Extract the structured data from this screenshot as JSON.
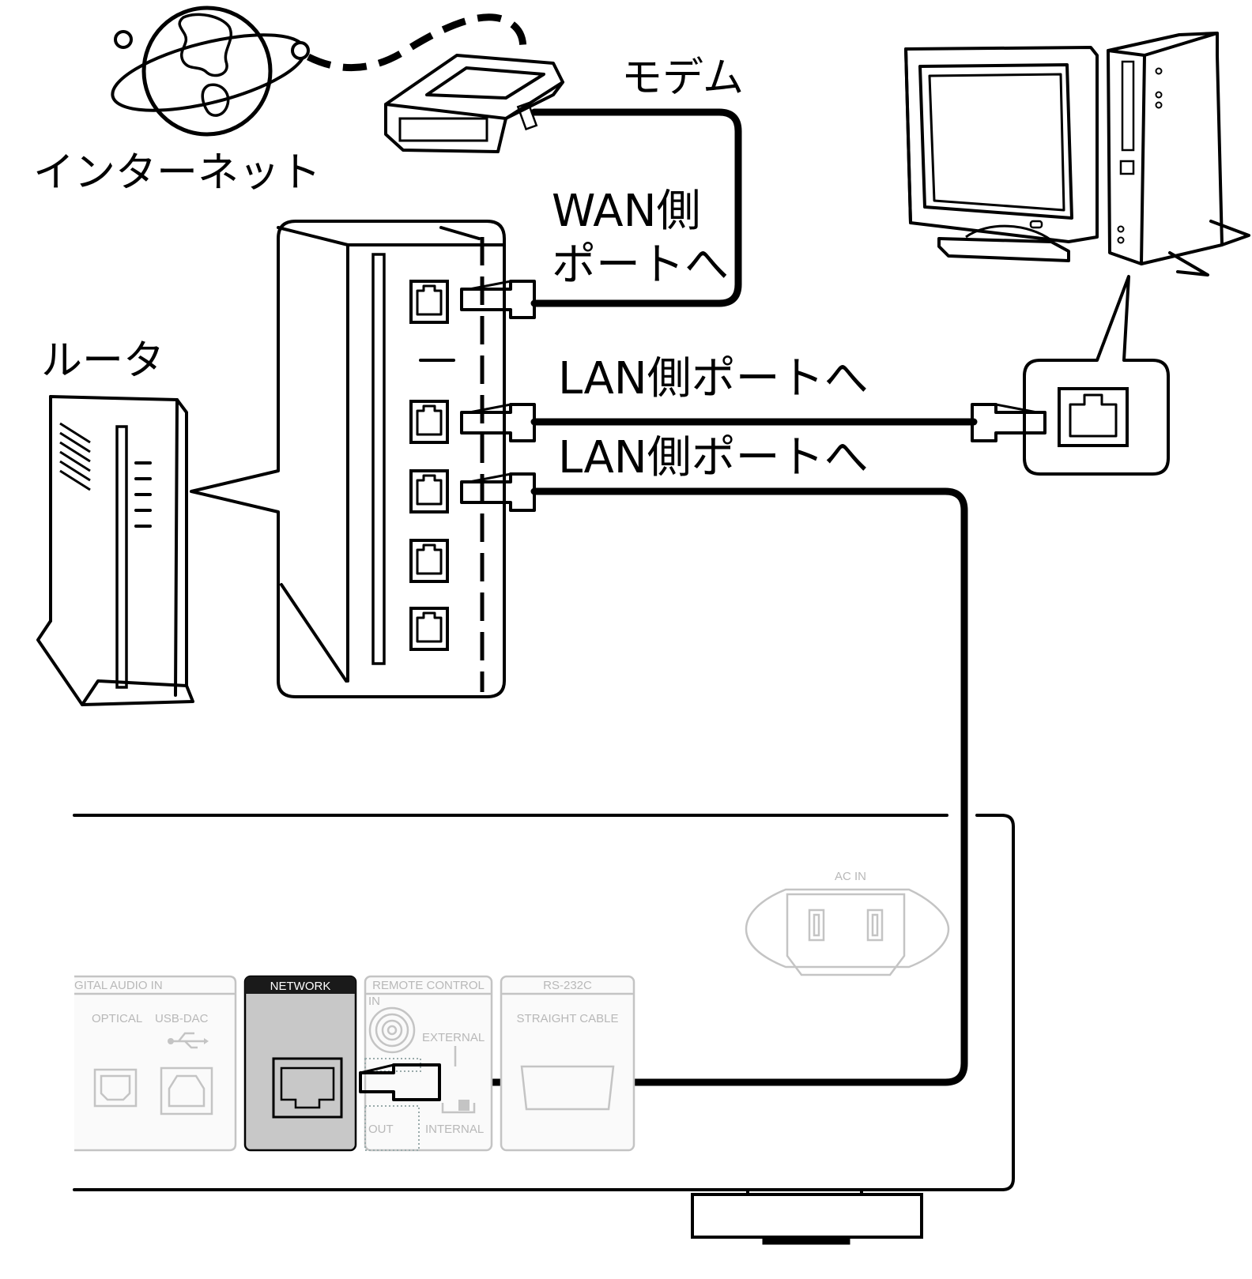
{
  "labels": {
    "internet": "インターネット",
    "modem": "モデム",
    "router": "ルータ",
    "wan_port_line1": "WAN側",
    "wan_port_line2": "ポートへ",
    "lan_port_1": "LAN側ポートへ",
    "lan_port_2": "LAN側ポートへ"
  },
  "panel": {
    "digital_audio_in": "GITAL AUDIO IN",
    "optical": "OPTICAL",
    "usb_dac": "USB-DAC",
    "network": "NETWORK",
    "remote_control": "REMOTE CONTROL",
    "remote_in": "IN",
    "remote_external": "EXTERNAL",
    "remote_out": "OUT",
    "remote_internal": "INTERNAL",
    "rs232c": "RS-232C",
    "straight_cable": "STRAIGHT CABLE",
    "ac_in": "AC IN"
  },
  "colors": {
    "line": "#000000",
    "panel_line": "#c4c4c4",
    "network_fill": "#c8c8c8",
    "network_header": "#1a1a1a"
  }
}
